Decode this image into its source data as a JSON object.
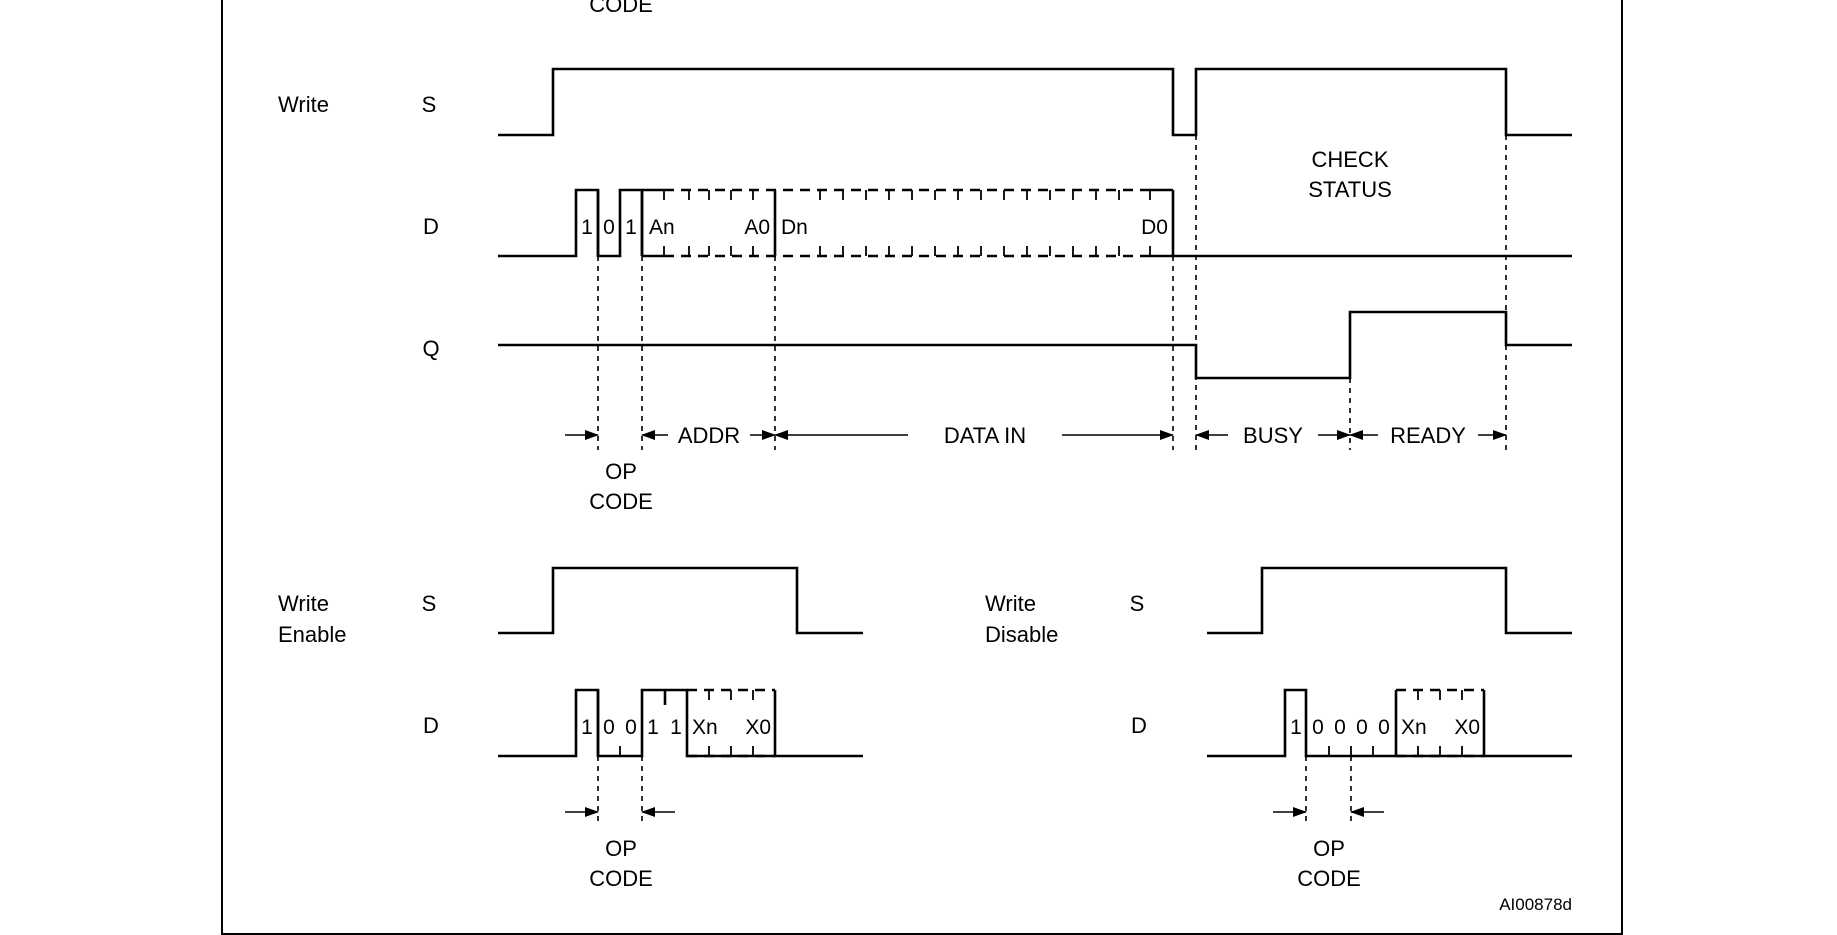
{
  "top_cutoff": {
    "opcode_line2": "CODE"
  },
  "write": {
    "title": "Write",
    "sig_s": "S",
    "sig_d": "D",
    "sig_q": "Q",
    "bits": [
      "1",
      "0",
      "1"
    ],
    "addr_msb": "An",
    "addr_lsb": "A0",
    "data_msb": "Dn",
    "data_lsb": "D0",
    "check_status_1": "CHECK",
    "check_status_2": "STATUS",
    "opcode_1": "OP",
    "opcode_2": "CODE",
    "addr_label": "ADDR",
    "data_in_label": "DATA IN",
    "busy_label": "BUSY",
    "ready_label": "READY"
  },
  "write_enable": {
    "title_1": "Write",
    "title_2": "Enable",
    "sig_s": "S",
    "sig_d": "D",
    "bits": [
      "1",
      "0",
      "0",
      "1",
      "1"
    ],
    "x_msb": "Xn",
    "x_lsb": "X0",
    "opcode_1": "OP",
    "opcode_2": "CODE"
  },
  "write_disable": {
    "title_1": "Write",
    "title_2": "Disable",
    "sig_s": "S",
    "sig_d": "D",
    "bits": [
      "1",
      "0",
      "0",
      "0",
      "0"
    ],
    "x_msb": "Xn",
    "x_lsb": "X0",
    "opcode_1": "OP",
    "opcode_2": "CODE"
  },
  "figure_id": "AI00878d"
}
